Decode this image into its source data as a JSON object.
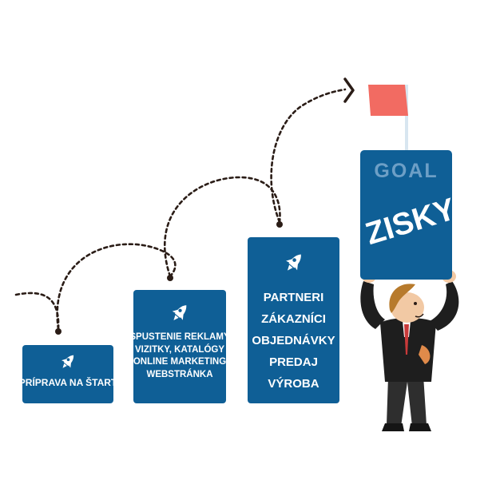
{
  "steps": [
    {
      "icon": "rocket-icon",
      "lines": [
        "PRÍPRAVA NA ŠTART"
      ]
    },
    {
      "icon": "rocket-icon",
      "lines": [
        "SPUSTENIE REKLAMY",
        "VIZITKY, KATALÓGY",
        "ONLINE MARKETING",
        "WEBSTRÁNKA"
      ]
    },
    {
      "icon": "rocket-icon",
      "lines": [
        "PARTNERI",
        "ZÁKAZNÍCI",
        "OBJEDNÁVKY",
        "PREDAJ",
        "VÝROBA"
      ]
    }
  ],
  "goal": {
    "label": "GOAL",
    "text": "ZISKY"
  },
  "colors": {
    "box": "#0f5f96",
    "goal_label": "#6d9fc6",
    "flag": "#f26b62",
    "path": "#2a1c16"
  }
}
